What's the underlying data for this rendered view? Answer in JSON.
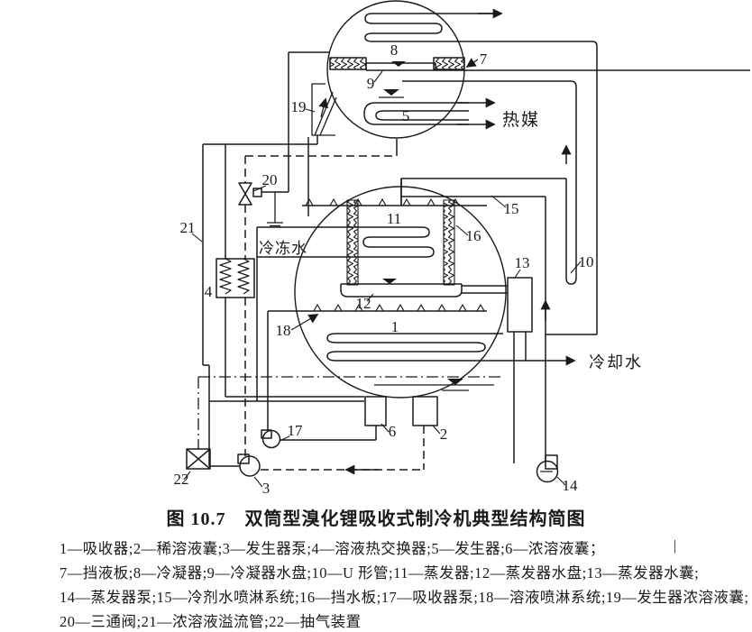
{
  "figure": {
    "caption": "图 10.7　双筒型溴化锂吸收式制冷机典型结构简图",
    "stray_mark": "|"
  },
  "legend": {
    "lines": [
      "1—吸收器;2—稀溶液囊;3—发生器泵;4—溶液热交换器;5—发生器;6—浓溶液囊；",
      "7—挡液板;8—冷凝器;9—冷凝器水盘;10—U 形管;11—蒸发器;12—蒸发器水盘;13—蒸发器水囊;",
      "14—蒸发器泵;15—冷剂水喷淋系统;16—挡水板;17—吸收器泵;18—溶液喷淋系统;19—发生器浓溶液囊;",
      "20—三通阀;21—浓溶液溢流管;22—抽气装置"
    ]
  },
  "diagram": {
    "flow_labels": {
      "heat_medium": "热媒",
      "chilled_water": "冷冻水",
      "cooling_water": "冷却水"
    },
    "part_numbers": [
      "1",
      "2",
      "3",
      "4",
      "5",
      "6",
      "7",
      "8",
      "9",
      "10",
      "11",
      "12",
      "13",
      "14",
      "15",
      "16",
      "17",
      "18",
      "19",
      "20",
      "21",
      "22"
    ]
  },
  "colors": {
    "ink": "#1a1a1a",
    "paper": "#ffffff"
  }
}
